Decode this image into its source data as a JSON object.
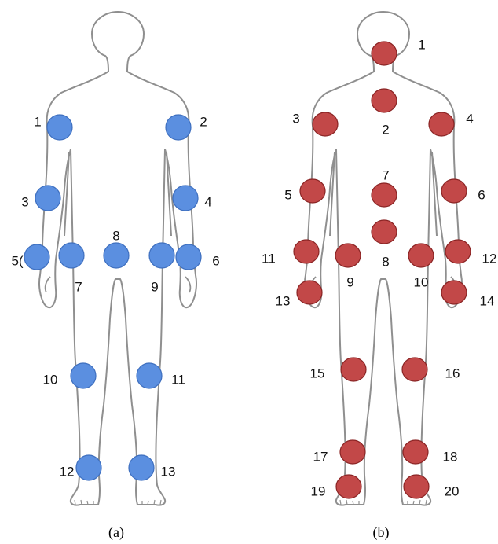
{
  "figure_a": {
    "caption": "(a)",
    "marker_color": "#5b8fe0",
    "marker_stroke": "#3e6fbf",
    "markers": [
      {
        "label": "1"
      },
      {
        "label": "2"
      },
      {
        "label": "3"
      },
      {
        "label": "4"
      },
      {
        "label": "5("
      },
      {
        "label": "6"
      },
      {
        "label": "7"
      },
      {
        "label": "8"
      },
      {
        "label": "9"
      },
      {
        "label": "10"
      },
      {
        "label": "11"
      },
      {
        "label": "12"
      },
      {
        "label": "13"
      }
    ]
  },
  "figure_b": {
    "caption": "(b)",
    "marker_color": "#c24848",
    "marker_stroke": "#8a2424",
    "markers": [
      {
        "label": "1"
      },
      {
        "label": "2"
      },
      {
        "label": "3"
      },
      {
        "label": "4"
      },
      {
        "label": "5"
      },
      {
        "label": "6"
      },
      {
        "label": "7"
      },
      {
        "label": "8"
      },
      {
        "label": "9"
      },
      {
        "label": "10"
      },
      {
        "label": "11"
      },
      {
        "label": "12"
      },
      {
        "label": "13"
      },
      {
        "label": "14"
      },
      {
        "label": "15"
      },
      {
        "label": "16"
      },
      {
        "label": "17"
      },
      {
        "label": "18"
      },
      {
        "label": "19"
      },
      {
        "label": "20"
      }
    ]
  }
}
